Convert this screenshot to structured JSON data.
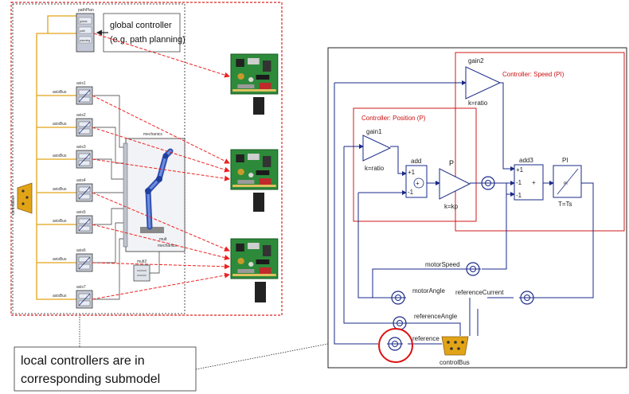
{
  "left_model": {
    "global_controller_box": {
      "line1": "global controller",
      "line2": "(e.g. path planning)"
    },
    "pathplan_block": {
      "title": "pathPlan",
      "inner1": "global",
      "inner2": "path",
      "inner3": "planning"
    },
    "bus_label": "controlBus",
    "axis_blocks": [
      {
        "name": "axis1",
        "left": "axisBus"
      },
      {
        "name": "axis2",
        "left": "axisBus"
      },
      {
        "name": "axis3",
        "left": "axisBus"
      },
      {
        "name": "axis4",
        "left": "axisBus"
      },
      {
        "name": "axis5",
        "left": "axisBus"
      },
      {
        "name": "axis6",
        "left": "axisBus"
      },
      {
        "name": "axis7",
        "left": "axisBus"
      }
    ],
    "robot_block": {
      "title": "mechanics",
      "bottom1": "mult",
      "bottom2": "mechanics"
    },
    "bottom_block": {
      "title": "mult2"
    }
  },
  "right_model": {
    "speed_controller_title": "Controller: Speed (PI)",
    "position_controller_title": "Controller: Position (P)",
    "gain2": {
      "name": "gain2",
      "param": "k=ratio"
    },
    "gain1": {
      "name": "gain1",
      "param": "k=ratio"
    },
    "add": {
      "name": "add",
      "in1": "+1",
      "in2": "-1"
    },
    "p_block": {
      "name": "P",
      "param": "k=kp"
    },
    "add3": {
      "name": "add3",
      "in1": "+1",
      "in2": "-1",
      "in3": "-1",
      "plus": "+"
    },
    "pi_block": {
      "name": "PI",
      "inner": "PI",
      "param": "T=Ts"
    },
    "signals": {
      "motor_speed": "motorSpeed",
      "motor_angle": "motorAngle",
      "reference_current": "referenceCurrent",
      "reference_angle": "referenceAngle",
      "reference": "reference"
    },
    "bus": "controlBus"
  },
  "note": {
    "line1": "local controllers are in",
    "line2": "corresponding submodel"
  },
  "colors": {
    "bus_yellow": "#e2a417",
    "dash_red": "#dd2222",
    "arrow_red": "#ee2020",
    "signal_blue": "#1a2a88",
    "controller_red": "#d01818",
    "highlight_red": "#dd1111"
  }
}
